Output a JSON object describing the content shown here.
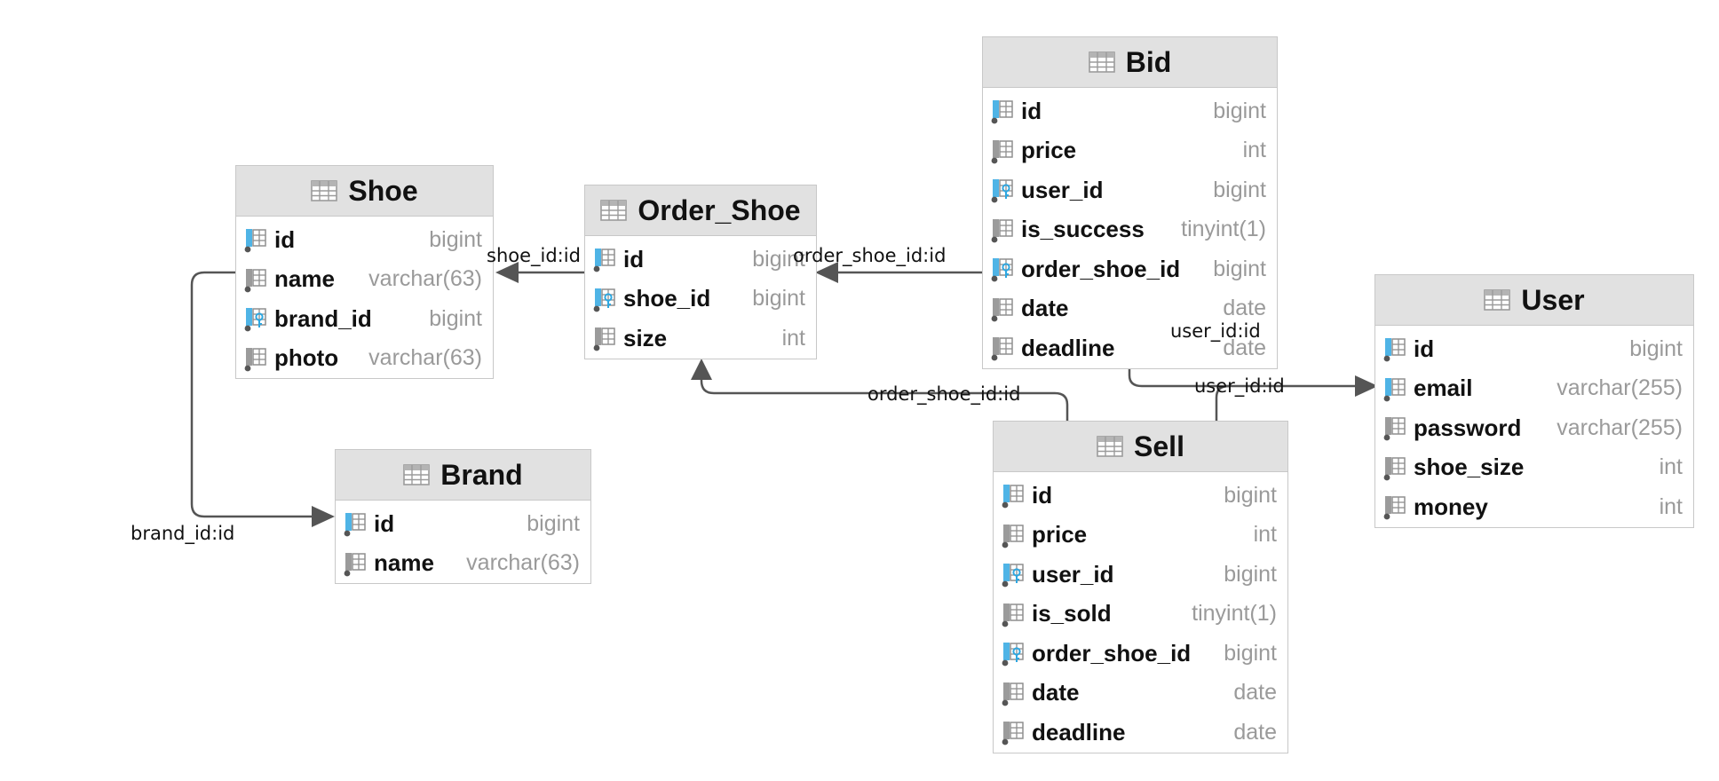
{
  "tables": [
    {
      "id": "shoe",
      "name": "Shoe",
      "columns": [
        {
          "name": "id",
          "type": "bigint",
          "key": "pk"
        },
        {
          "name": "name",
          "type": "varchar(63)",
          "key": "none"
        },
        {
          "name": "brand_id",
          "type": "bigint",
          "key": "fk"
        },
        {
          "name": "photo",
          "type": "varchar(63)",
          "key": "none"
        }
      ]
    },
    {
      "id": "order-shoe",
      "name": "Order_Shoe",
      "columns": [
        {
          "name": "id",
          "type": "bigint",
          "key": "pk"
        },
        {
          "name": "shoe_id",
          "type": "bigint",
          "key": "fk"
        },
        {
          "name": "size",
          "type": "int",
          "key": "none"
        }
      ]
    },
    {
      "id": "bid",
      "name": "Bid",
      "columns": [
        {
          "name": "id",
          "type": "bigint",
          "key": "pk"
        },
        {
          "name": "price",
          "type": "int",
          "key": "none"
        },
        {
          "name": "user_id",
          "type": "bigint",
          "key": "fk"
        },
        {
          "name": "is_success",
          "type": "tinyint(1)",
          "key": "none"
        },
        {
          "name": "order_shoe_id",
          "type": "bigint",
          "key": "fk"
        },
        {
          "name": "date",
          "type": "date",
          "key": "none"
        },
        {
          "name": "deadline",
          "type": "date",
          "key": "none"
        }
      ]
    },
    {
      "id": "brand",
      "name": "Brand",
      "columns": [
        {
          "name": "id",
          "type": "bigint",
          "key": "pk"
        },
        {
          "name": "name",
          "type": "varchar(63)",
          "key": "none"
        }
      ]
    },
    {
      "id": "sell",
      "name": "Sell",
      "columns": [
        {
          "name": "id",
          "type": "bigint",
          "key": "pk"
        },
        {
          "name": "price",
          "type": "int",
          "key": "none"
        },
        {
          "name": "user_id",
          "type": "bigint",
          "key": "fk"
        },
        {
          "name": "is_sold",
          "type": "tinyint(1)",
          "key": "none"
        },
        {
          "name": "order_shoe_id",
          "type": "bigint",
          "key": "fk"
        },
        {
          "name": "date",
          "type": "date",
          "key": "none"
        },
        {
          "name": "deadline",
          "type": "date",
          "key": "none"
        }
      ]
    },
    {
      "id": "user",
      "name": "User",
      "columns": [
        {
          "name": "id",
          "type": "bigint",
          "key": "pk"
        },
        {
          "name": "email",
          "type": "varchar(255)",
          "key": "indexed"
        },
        {
          "name": "password",
          "type": "varchar(255)",
          "key": "none"
        },
        {
          "name": "shoe_size",
          "type": "int",
          "key": "none"
        },
        {
          "name": "money",
          "type": "int",
          "key": "none"
        }
      ]
    }
  ],
  "relations": [
    {
      "id": "order-shoe-to-shoe",
      "from": "Order_Shoe",
      "to": "Shoe",
      "label": "shoe_id:id"
    },
    {
      "id": "shoe-to-brand",
      "from": "Shoe",
      "to": "Brand",
      "label": "brand_id:id"
    },
    {
      "id": "bid-to-order-shoe",
      "from": "Bid",
      "to": "Order_Shoe",
      "label": "order_shoe_id:id"
    },
    {
      "id": "sell-to-order-shoe",
      "from": "Sell",
      "to": "Order_Shoe",
      "label": "order_shoe_id:id"
    },
    {
      "id": "bid-to-user",
      "from": "Bid",
      "to": "User",
      "label": "user_id:id"
    },
    {
      "id": "sell-to-user",
      "from": "Sell",
      "to": "User",
      "label": "user_id:id"
    }
  ],
  "colors": {
    "header_bg": "#e1e1e1",
    "border": "#c8c8c8",
    "type_text": "#9a9a9a",
    "key_accent": "#4fb4e6",
    "edge": "#555555"
  },
  "icons": {
    "table": "table-icon",
    "primary_key": "primary-key-column-icon",
    "foreign_key": "foreign-key-column-icon",
    "indexed": "indexed-column-icon",
    "column": "column-icon"
  }
}
